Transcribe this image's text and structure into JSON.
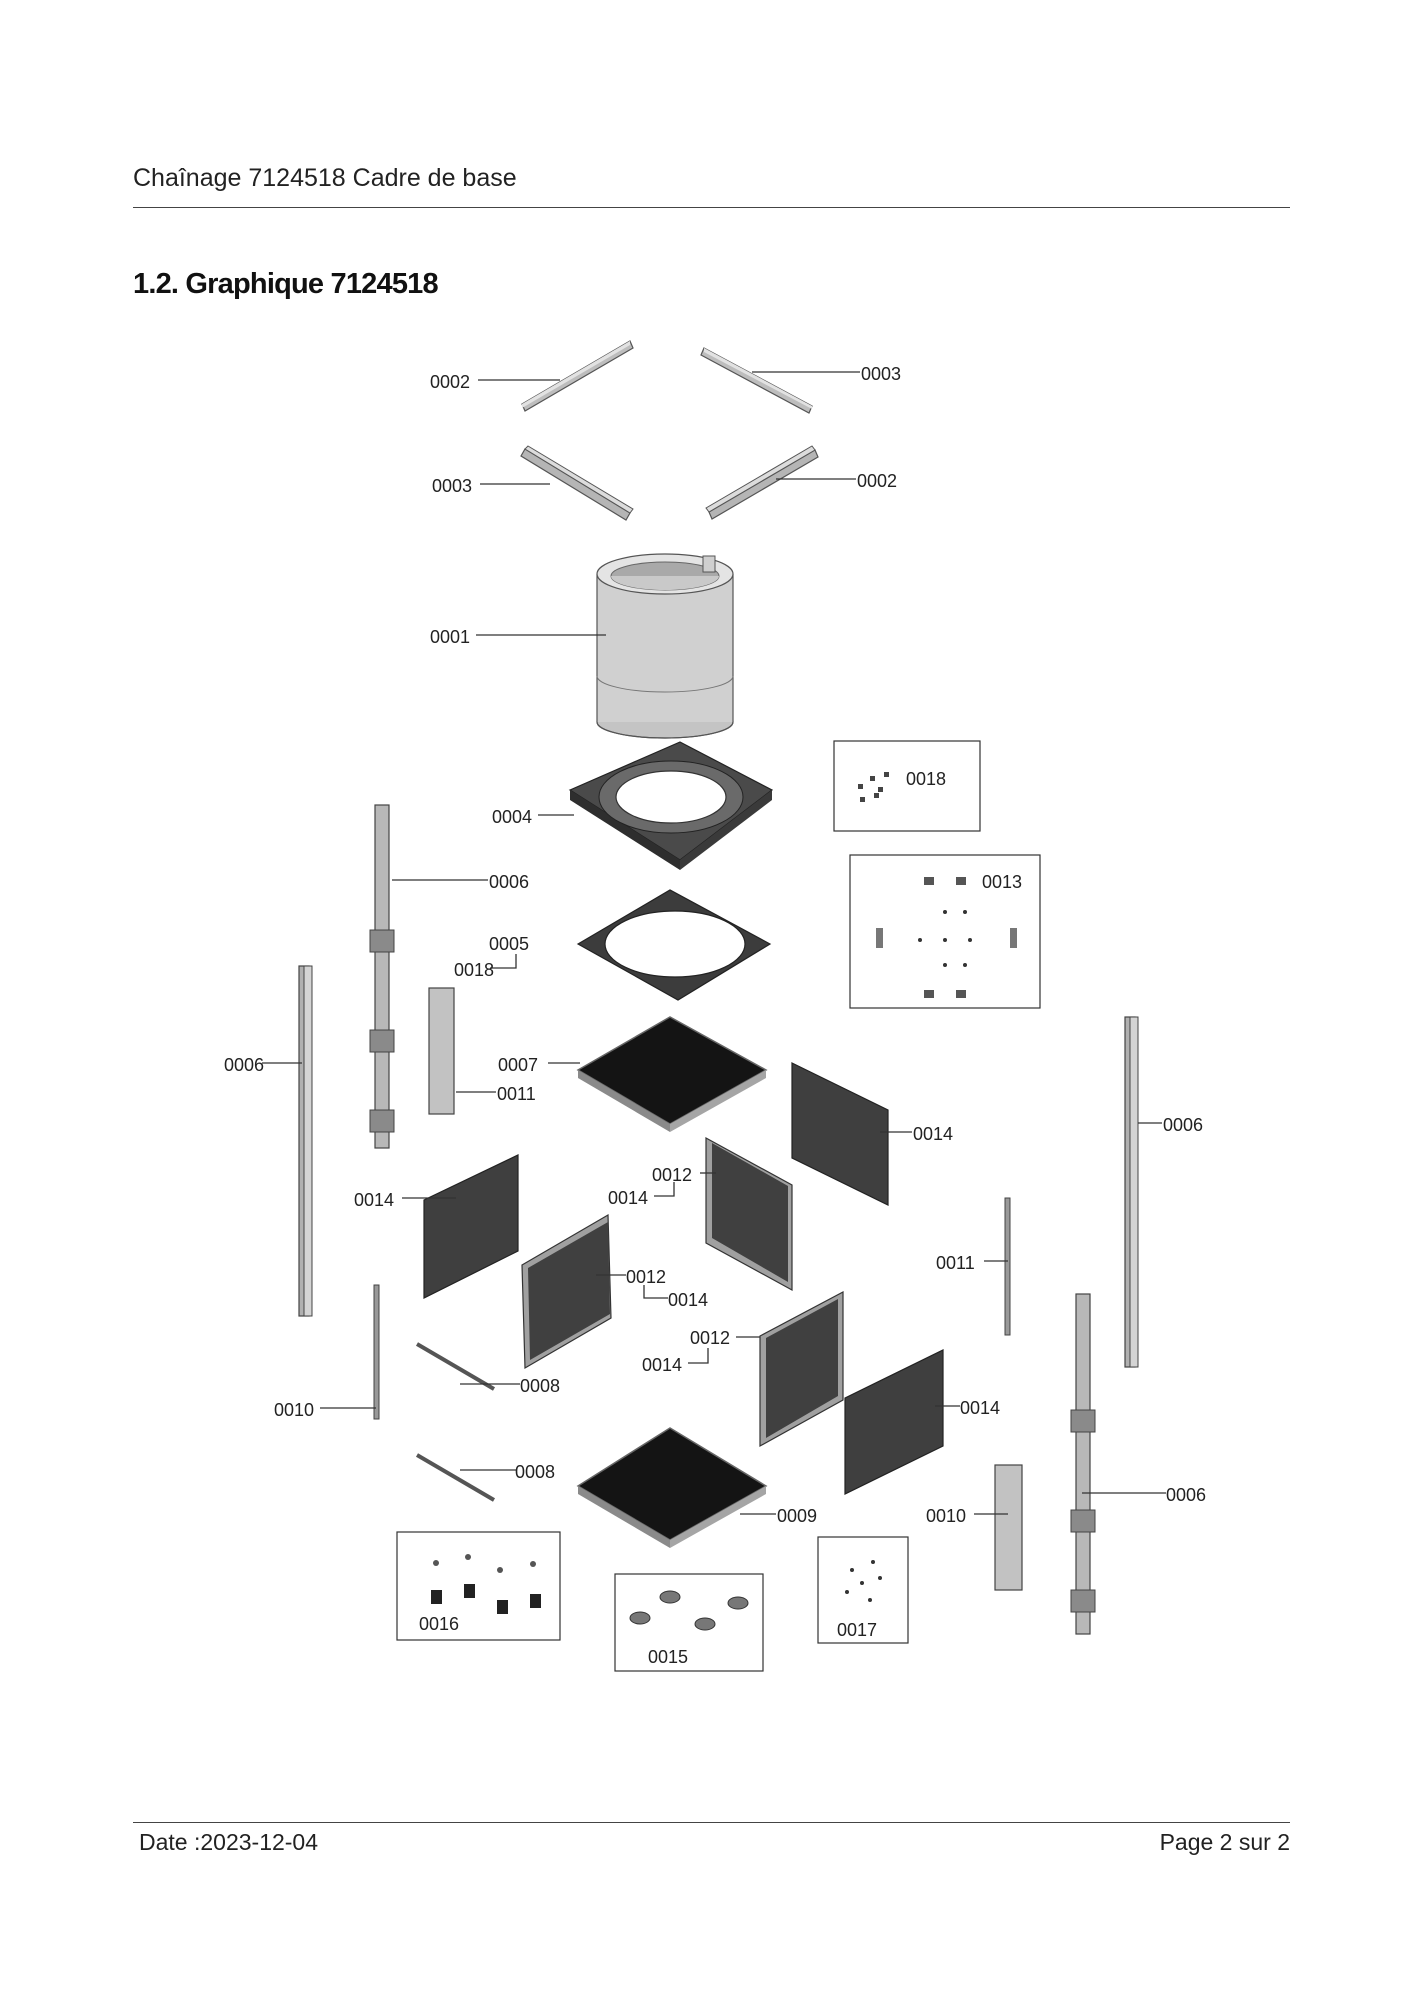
{
  "header": {
    "title": "Chaînage 7124518 Cadre de base"
  },
  "section": {
    "title": "1.2. Graphique 7124518"
  },
  "diagram": {
    "labels": {
      "l0002a": "0002",
      "l0003a": "0003",
      "l0003b": "0003",
      "l0002b": "0002",
      "l0001": "0001",
      "l0018a": "0018",
      "l0004": "0004",
      "l0013": "0013",
      "l0006a": "0006",
      "l0005": "0005",
      "l0018b": "0018",
      "l0006b": "0006",
      "l0007": "0007",
      "l0011a": "0011",
      "l0014a": "0014",
      "l0006c": "0006",
      "l0012a": "0012",
      "l0014b": "0014",
      "l0014c": "0014",
      "l0011b": "0011",
      "l0012b": "0012",
      "l0014d": "0014",
      "l0012c": "0012",
      "l0014e": "0014",
      "l0008a": "0008",
      "l0010a": "0010",
      "l0014f": "0014",
      "l0006d": "0006",
      "l0008b": "0008",
      "l0009": "0009",
      "l0010b": "0010",
      "l0016": "0016",
      "l0015": "0015",
      "l0017": "0017"
    }
  },
  "footer": {
    "date": "Date :2023-12-04",
    "page": "Page 2 sur   2"
  }
}
